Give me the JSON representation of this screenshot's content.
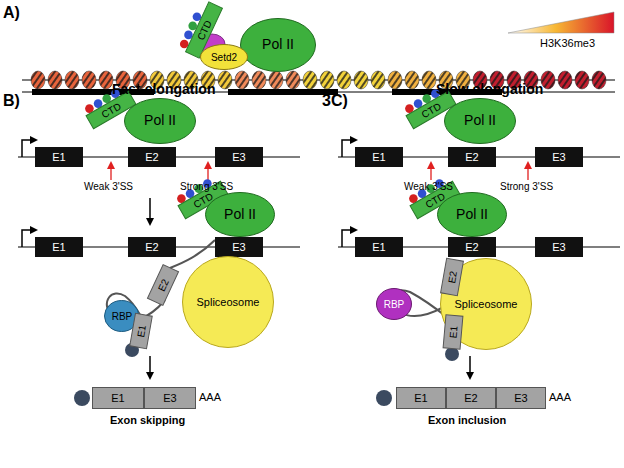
{
  "diagram": {
    "nodes": [
      {
        "text": [
          "CTD"
        ]
      },
      {
        "text": [
          "Pol II"
        ]
      },
      {
        "text": [
          "Setd2"
        ]
      },
      {
        "text": [
          "E1"
        ]
      },
      {
        "text": [
          "E2"
        ]
      },
      {
        "text": [
          "E3"
        ]
      },
      {
        "text": [
          "CTD"
        ]
      },
      {
        "text": [
          "Pol II"
        ]
      },
      {
        "text": [
          "E1"
        ]
      },
      {
        "text": [
          "E2"
        ]
      },
      {
        "text": [
          "E3"
        ]
      },
      {
        "text": [
          "CTD"
        ]
      },
      {
        "text": [
          "Pol II"
        ]
      },
      {
        "text": [
          "Spliceosome"
        ]
      },
      {
        "text": [
          "RBP"
        ]
      },
      {
        "text": [
          "E2"
        ]
      },
      {
        "text": [
          "E1"
        ]
      },
      {
        "text": [
          "E1"
        ]
      },
      {
        "text": [
          "E3"
        ]
      },
      {
        "text": [
          "E1"
        ]
      },
      {
        "text": [
          "E2"
        ]
      },
      {
        "text": [
          "E3"
        ]
      },
      {
        "text": [
          "CTD"
        ]
      },
      {
        "text": [
          "Pol II"
        ]
      },
      {
        "text": [
          "E1"
        ]
      },
      {
        "text": [
          "E2"
        ]
      },
      {
        "text": [
          "E3"
        ]
      },
      {
        "text": [
          "CTD"
        ]
      },
      {
        "text": [
          "Pol II"
        ]
      },
      {
        "text": [
          "Spliceosome"
        ]
      },
      {
        "text": [
          "RBP"
        ]
      },
      {
        "text": [
          "E2"
        ]
      },
      {
        "text": [
          "E1"
        ]
      },
      {
        "text": [
          "E1"
        ]
      },
      {
        "text": [
          "E2"
        ]
      },
      {
        "text": [
          "E3"
        ]
      }
    ],
    "labels": [
      "A)",
      "B)",
      "Fast elongation",
      "3C)",
      "Slow elongation",
      "Weak 3'SS",
      "Strong 3'SS",
      "Weak 3'SS",
      "Strong 3'SS",
      "AAA",
      "Exon skipping",
      "AAA",
      "Exon inclusion"
    ],
    "legend": [
      {
        "text": "H3K36me3"
      }
    ]
  }
}
